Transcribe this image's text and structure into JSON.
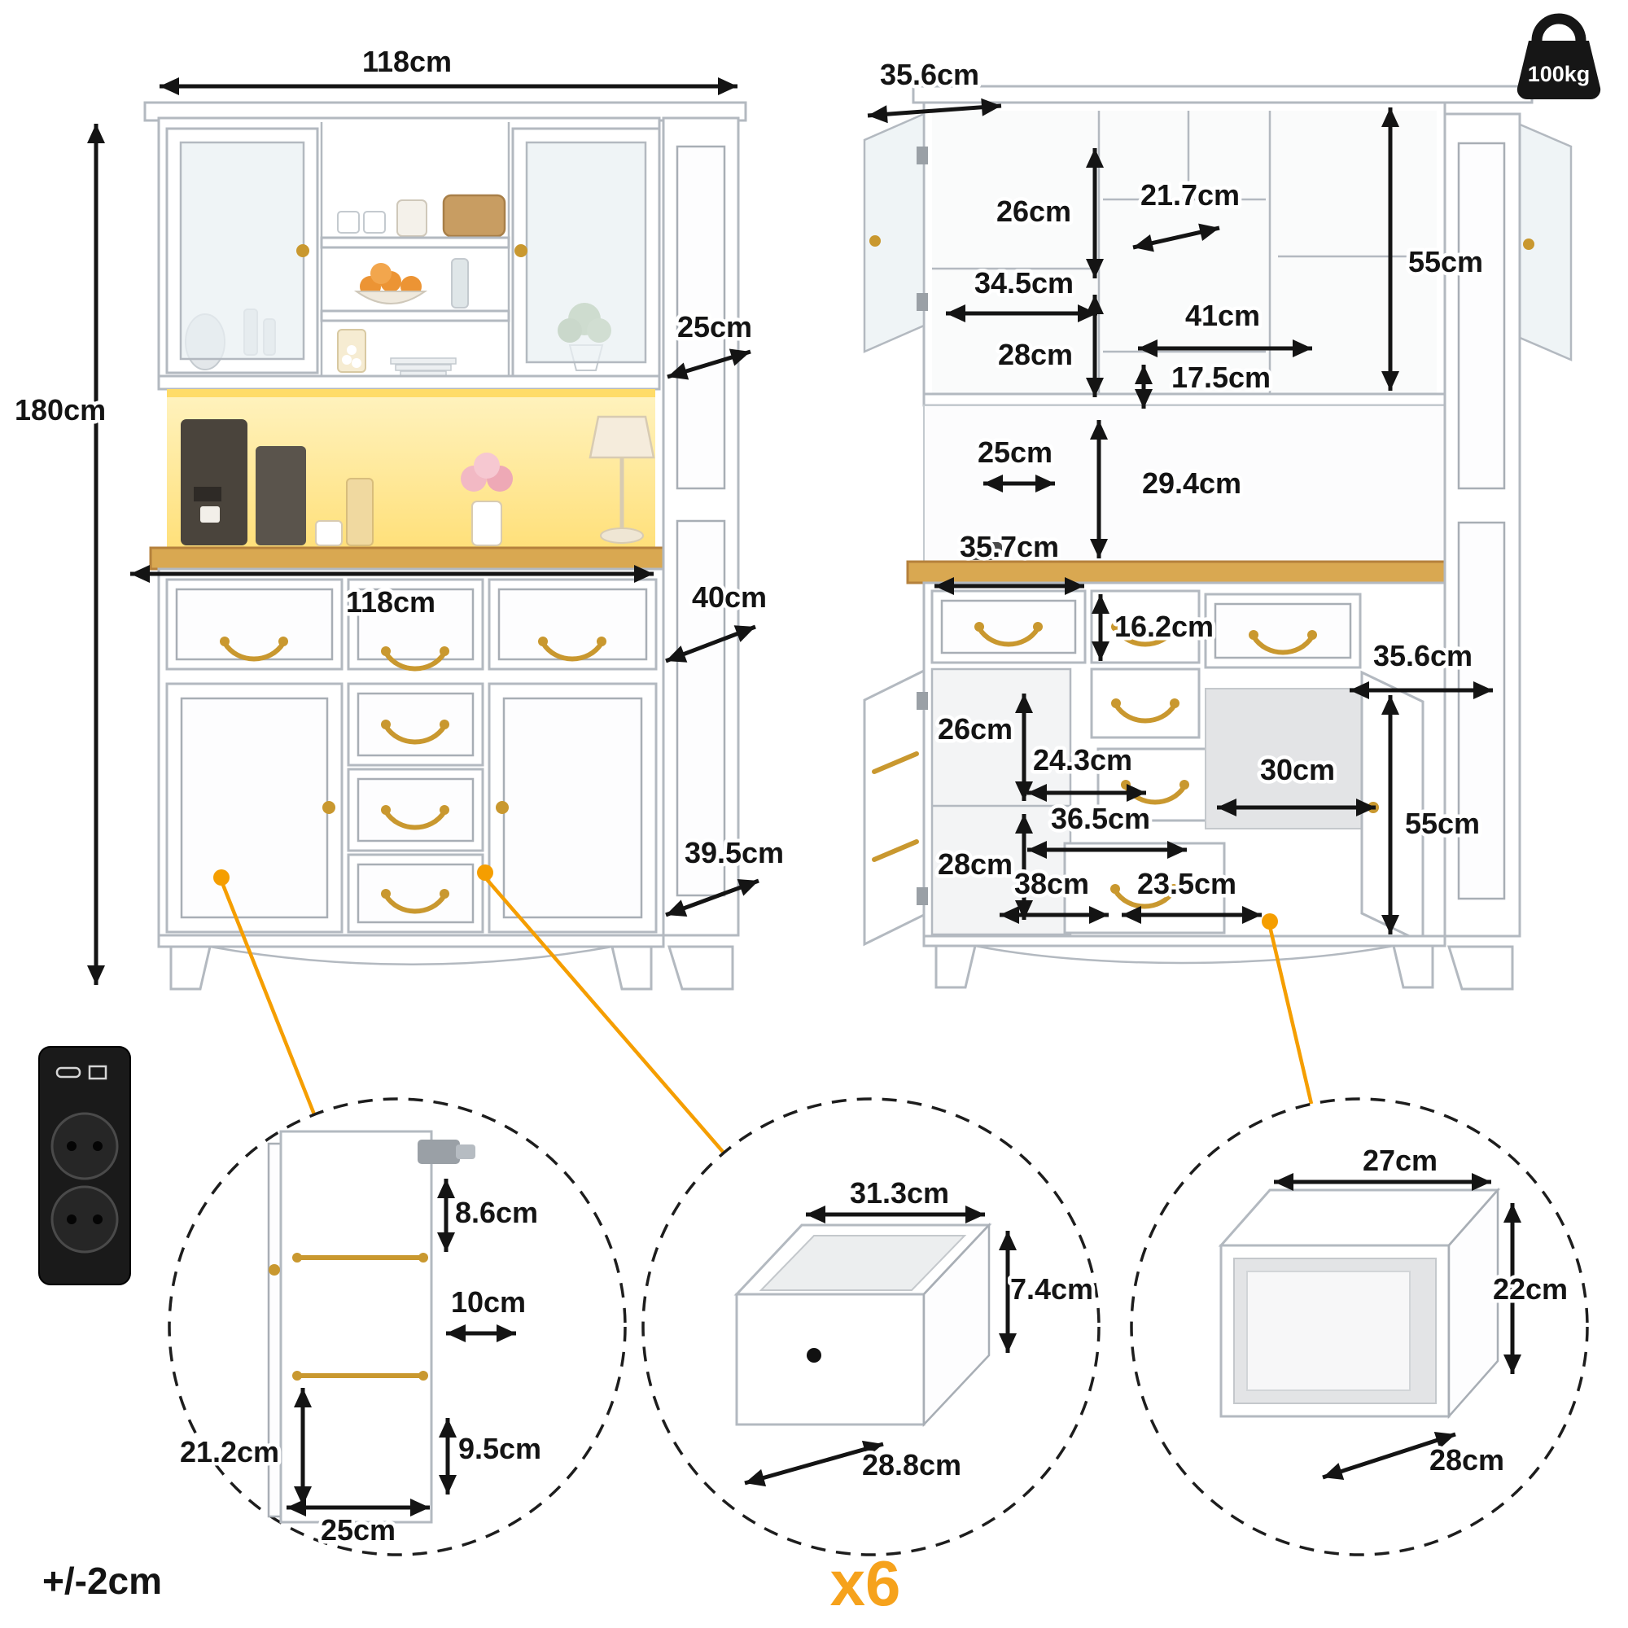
{
  "front": {
    "width_top": "118cm",
    "height": "180cm",
    "depth_top": "25cm",
    "width_counter": "118cm",
    "depth_counter": "40cm",
    "depth_base": "39.5cm"
  },
  "open": {
    "d_top_depth": "35.6cm",
    "d_upper_left_h": "26cm",
    "d_upper_mid_shelf_w": "21.7cm",
    "d_upper_left_w": "34.5cm",
    "d_upper_mid_w": "41cm",
    "d_upper_right_h": "55cm",
    "d_upper_left_h2": "28cm",
    "d_upper_mid_h": "17.5cm",
    "d_counter_depth": "25cm",
    "d_hutch_h": "29.4cm",
    "d_drawer_w": "35.7cm",
    "d_drawer_h": "16.2cm",
    "d_right_door_w": "35.6cm",
    "d_lower_left_h": "26cm",
    "d_lower_mid_w1": "24.3cm",
    "d_opening_h": "30cm",
    "d_lower_mid_w2": "36.5cm",
    "d_lower_right_h": "55cm",
    "d_lower_left_d": "28cm",
    "d_lower_w": "38cm",
    "d_lower_drawer_w": "23.5cm"
  },
  "details": {
    "door": {
      "top_gap": "8.6cm",
      "rail_depth": "10cm",
      "rail_span": "21.2cm",
      "bottom_gap": "9.5cm",
      "width": "25cm"
    },
    "drawer": {
      "width": "31.3cm",
      "height": "7.4cm",
      "depth": "28.8cm"
    },
    "cubby": {
      "width": "27cm",
      "height": "22cm",
      "depth": "28cm"
    }
  },
  "badges": {
    "weight": "100kg",
    "tolerance": "+/-2cm",
    "multiplier": "x6"
  }
}
